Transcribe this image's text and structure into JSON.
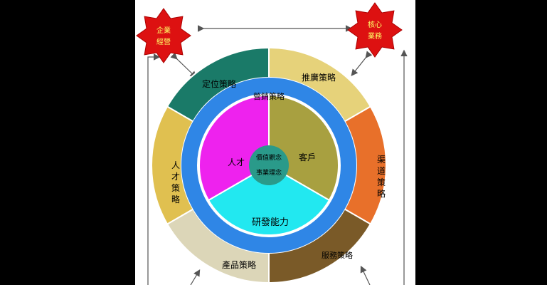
{
  "stars": {
    "left": {
      "line1": "企業",
      "line2": "經營"
    },
    "right": {
      "line1": "核心",
      "line2": "業務"
    }
  },
  "outer_ring": [
    {
      "label": "定位策略",
      "color": "#1a7a68"
    },
    {
      "label": "推廣策略",
      "color": "#e6d27a"
    },
    {
      "label": "渠道策略",
      "color": "#e8702a"
    },
    {
      "label": "服務策略",
      "color": "#7a5a28"
    },
    {
      "label": "產品策略",
      "color": "#dcd6b8"
    },
    {
      "label": "人才策略",
      "color": "#e0c050"
    }
  ],
  "blue_ring": {
    "label": "營銷策略",
    "color": "#2f86e6"
  },
  "inner": [
    {
      "label": "客戶",
      "color": "#a8a040"
    },
    {
      "label": "研發能力",
      "color": "#22e8f0"
    },
    {
      "label": "人才",
      "color": "#ee22ee"
    }
  ],
  "center": {
    "line1": "價值觀念",
    "line2": "事業理念",
    "color": "#2a9a8a"
  }
}
